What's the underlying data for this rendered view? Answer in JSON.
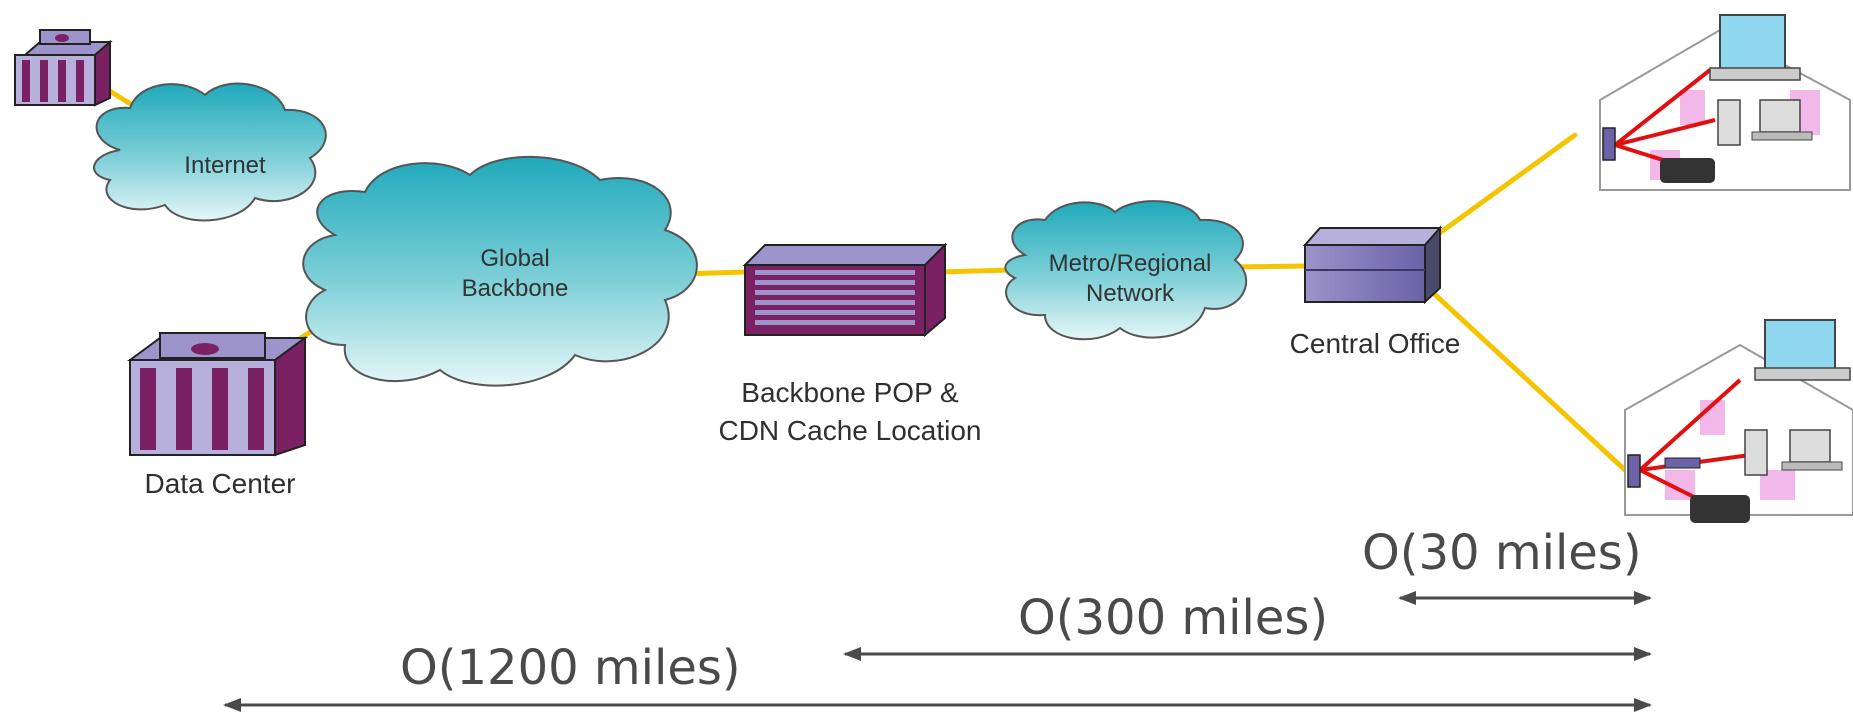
{
  "clouds": {
    "internet": "Internet",
    "global_backbone": "Global\nBackbone",
    "metro": "Metro/Regional\nNetwork"
  },
  "nodes": {
    "data_center": "Data Center",
    "backbone_pop": "Backbone POP &\nCDN Cache Location",
    "central_office": "Central Office"
  },
  "distances": {
    "short": "O(30 miles)",
    "medium": "O(300 miles)",
    "long": "O(1200 miles)"
  },
  "colors": {
    "link": "#f5c400",
    "cloud_fill": "#2fb3c4",
    "server": "#7a2163",
    "home_link": "#e01010"
  }
}
